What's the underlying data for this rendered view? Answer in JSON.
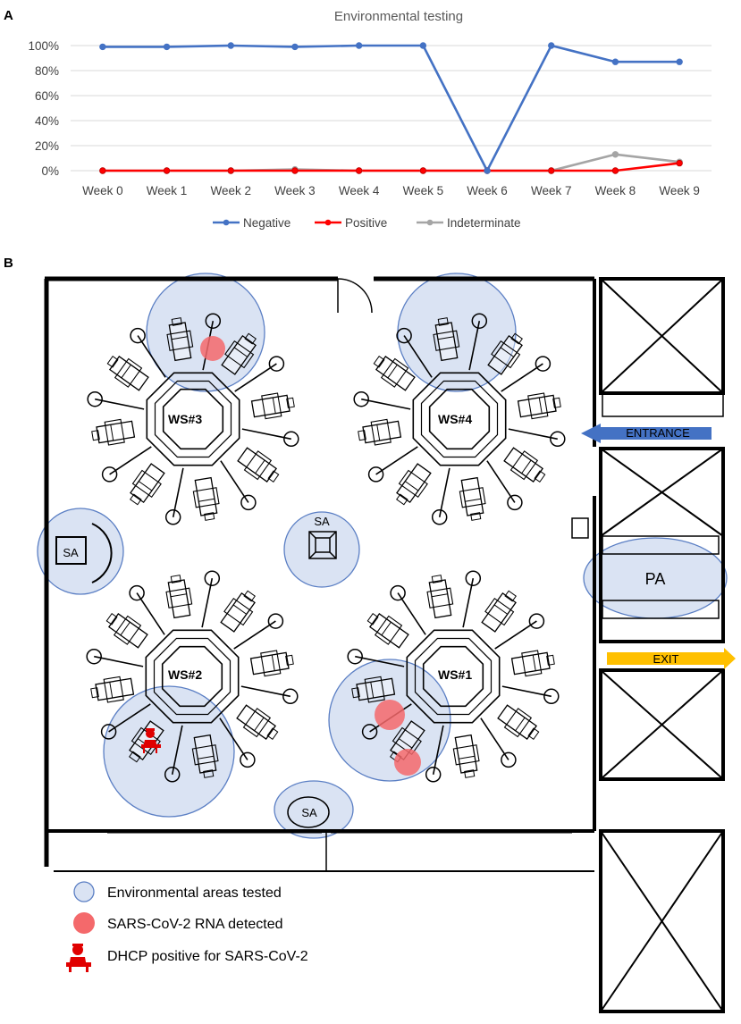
{
  "panel_a": {
    "letter": "A"
  },
  "panel_b": {
    "letter": "B"
  },
  "chart_data": {
    "type": "line",
    "title": "Environmental testing",
    "categories": [
      "Week 0",
      "Week 1",
      "Week 2",
      "Week 3",
      "Week 4",
      "Week 5",
      "Week 6",
      "Week 7",
      "Week 8",
      "Week 9"
    ],
    "ylim": [
      0,
      100
    ],
    "yticks": [
      0,
      20,
      40,
      60,
      80,
      100
    ],
    "ytick_labels": [
      "0%",
      "20%",
      "40%",
      "60%",
      "80%",
      "100%"
    ],
    "grid": true,
    "legend_position": "bottom",
    "series": [
      {
        "name": "Negative",
        "color": "#4472C4",
        "values": [
          99,
          99,
          100,
          99,
          100,
          100,
          0,
          100,
          87,
          87
        ]
      },
      {
        "name": "Positive",
        "color": "#FF0000",
        "values": [
          0,
          0,
          0,
          0,
          0,
          0,
          0,
          0,
          0,
          6
        ]
      },
      {
        "name": "Indeterminate",
        "color": "#A5A5A5",
        "values": [
          0,
          0,
          0,
          1,
          0,
          0,
          0,
          0,
          13,
          7
        ]
      }
    ]
  },
  "floor_plan": {
    "workstations": [
      "WS#3",
      "WS#4",
      "WS#2",
      "WS#1"
    ],
    "sterilization_areas": [
      "SA",
      "SA",
      "SA"
    ],
    "patient_area": "PA",
    "entrance_label": "ENTRANCE",
    "exit_label": "EXIT",
    "colors": {
      "tested_fill": "#DAE3F3",
      "tested_stroke": "#5B7FC4",
      "detected": "#F4696B",
      "dhcp": "#E00000",
      "entrance_arrow": "#4472C4",
      "exit_arrow": "#FFC000"
    },
    "legend": [
      {
        "icon": "circle-outline-icon",
        "text": "Environmental areas tested"
      },
      {
        "icon": "red-dot-icon",
        "text": "SARS-CoV-2 RNA detected"
      },
      {
        "icon": "dental-worker-icon",
        "text": "DHCP positive for SARS-CoV-2"
      }
    ]
  }
}
